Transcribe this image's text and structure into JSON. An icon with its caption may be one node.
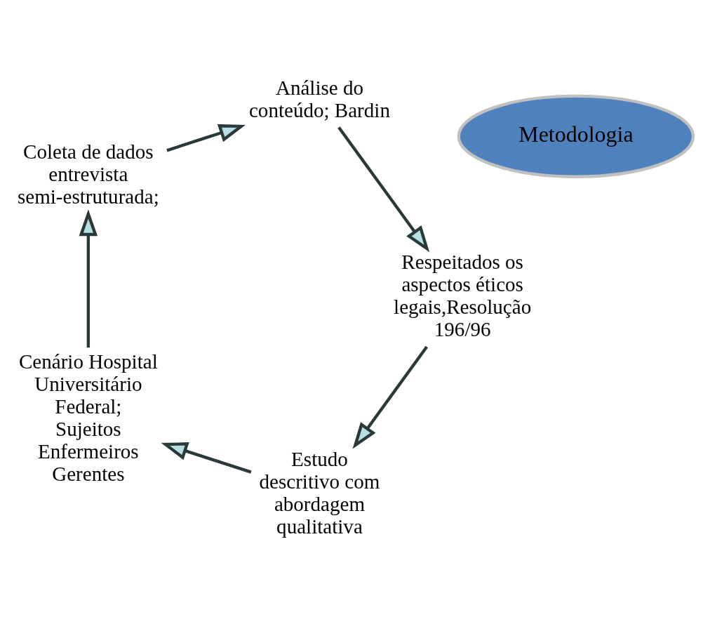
{
  "diagram": {
    "nodes": [
      {
        "text": [
          "Metodologia"
        ]
      },
      {
        "text": [
          "Estudo descritivo com abordagem qualitativa"
        ]
      },
      {
        "text": [
          "Cenário Hospital Universitário Federal; Sujeitos Enfermeiros Gerentes"
        ]
      },
      {
        "text": [
          "Coleta de dados entrevista semi-estruturada;"
        ]
      },
      {
        "text": [
          "Análise do conteúdo; Bardin"
        ]
      },
      {
        "text": [
          "Respeitados os aspectos éticos legais,Resolução 196/96"
        ]
      }
    ],
    "edges": [
      {
        "from": 5,
        "to": 1,
        "arrow": "to"
      },
      {
        "from": 1,
        "to": 2,
        "arrow": "to"
      },
      {
        "from": 2,
        "to": 3,
        "arrow": "to"
      },
      {
        "from": 3,
        "to": 4,
        "arrow": "to"
      },
      {
        "from": 4,
        "to": 5,
        "arrow": "to"
      }
    ]
  }
}
